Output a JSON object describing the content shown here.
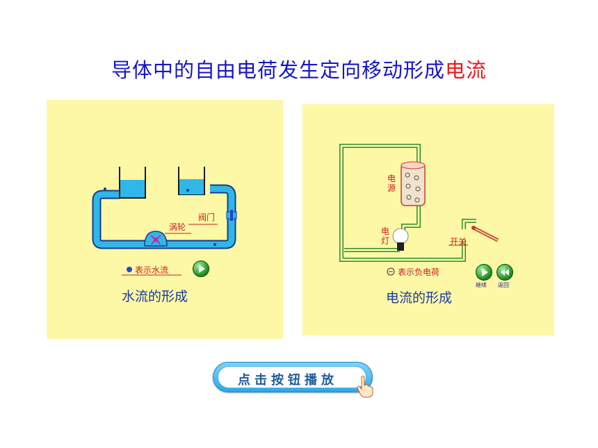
{
  "title": {
    "main": "导体中的自由电荷发生定向移动形成",
    "highlight": "电流"
  },
  "water_panel": {
    "valve_label": "阀门",
    "turbine_label": "涡轮",
    "legend_label": "表示水流",
    "caption": "水流的形成"
  },
  "current_panel": {
    "source_label_1": "电",
    "source_label_2": "源",
    "lamp_label_1": "电",
    "lamp_label_2": "灯",
    "switch_label": "开关",
    "legend_label": "表示负电荷",
    "continue_label": "继续",
    "back_label": "返回",
    "caption": "电流的形成"
  },
  "play_button": {
    "label": "点击按钮播放"
  },
  "colors": {
    "title": "#1515c8",
    "highlight": "#e8181e",
    "panel": "#fdf8a6",
    "water": "#2fb7e8"
  }
}
